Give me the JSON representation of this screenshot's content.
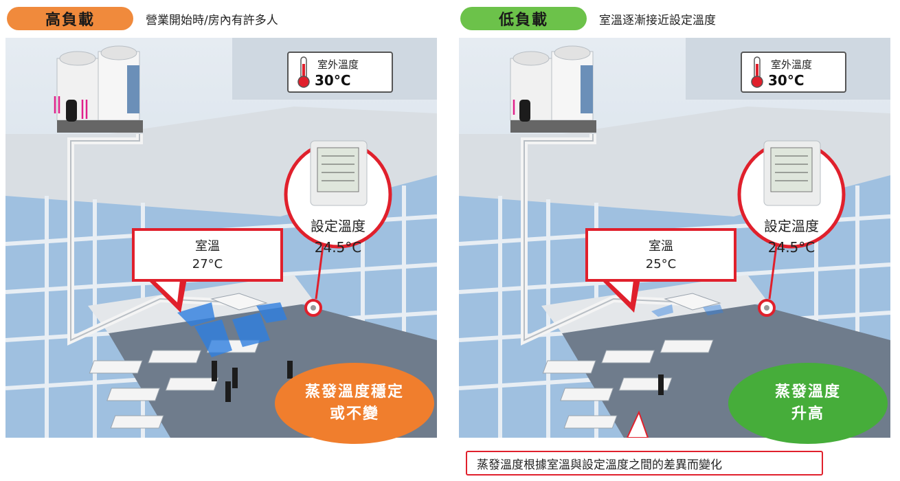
{
  "panels": [
    {
      "badge": "高負載",
      "badge_color": "#f08a3c",
      "heading": "營業開始時/房內有許多人",
      "outdoor_label": "室外溫度",
      "outdoor_value": "30°C",
      "room_label": "室溫",
      "room_value": "27°C",
      "set_label": "設定溫度",
      "set_value": "24.5°C",
      "result_line1": "蒸發溫度穩定",
      "result_line2": "或不變",
      "result_color": "#f07e2d"
    },
    {
      "badge": "低負載",
      "badge_color": "#6cc24a",
      "heading": "室溫逐漸接近設定溫度",
      "outdoor_label": "室外溫度",
      "outdoor_value": "30°C",
      "room_label": "室溫",
      "room_value": "25°C",
      "set_label": "設定溫度",
      "set_value": "24.5°C",
      "result_line1": "蒸發溫度",
      "result_line2": "升高",
      "result_color": "#46ad3a"
    }
  ],
  "note": "蒸發溫度根據室溫與設定溫度之間的差異而變化",
  "colors": {
    "accent_red": "#e0202c",
    "airflow_blue": "#2f7fe0"
  }
}
